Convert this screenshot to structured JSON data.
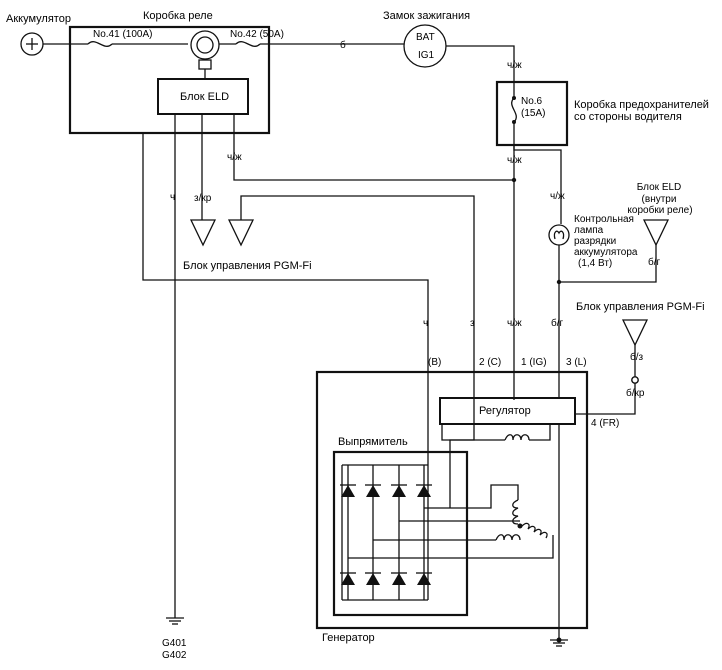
{
  "labels": {
    "battery": "Аккумулятор",
    "relay_box": "Коробка реле",
    "ignition_switch": "Замок зажигания",
    "bat_terminal": "BAT",
    "ig1_terminal": "IG1",
    "fuse_41": "No.41 (100A)",
    "fuse_42": "No.42 (50A)",
    "fuse_6_line1": "No.6",
    "fuse_6_line2": "(15A)",
    "fuse_box_line1": "Коробка предохранителей",
    "fuse_box_line2": "со стороны водителя",
    "eld_unit": "Блок ELD",
    "pgm_fi_left": "Блок управления PGM-Fi",
    "pgm_fi_right": "Блок управления PGM-Fi",
    "eld_right_line1": "Блок ELD",
    "eld_right_line2": "(внутри",
    "eld_right_line3": "коробки реле)",
    "lamp_line1": "Контрольная",
    "lamp_line2": "лампа",
    "lamp_line3": "разрядки",
    "lamp_line4": "аккумулятора",
    "lamp_line5": "(1,4 Вт)",
    "regulator": "Регулятор",
    "rectifier": "Выпрямитель",
    "generator": "Генератор",
    "ground_g401": "G401",
    "ground_g402": "G402"
  },
  "wire_colors": {
    "w_b": "б",
    "w_chzh_top": "ч/ж",
    "w_chzh_mid": "ч/ж",
    "w_chzh_eld": "ч/ж",
    "w_chzh_lamp": "ч/ж",
    "w_ch_left": "ч",
    "w_zkr": "з/кр",
    "w_bg_eld": "б/г",
    "w_ch_gen": "ч",
    "w_z_gen": "з",
    "w_chzh_gen": "ч/ж",
    "w_bg_gen": "б/г",
    "w_bz": "б/з",
    "w_bkr": "б/кр"
  },
  "terminals": {
    "b": "(B)",
    "c": "2 (C)",
    "ig": "1 (IG)",
    "l": "3 (L)",
    "fr": "4 (FR)"
  }
}
